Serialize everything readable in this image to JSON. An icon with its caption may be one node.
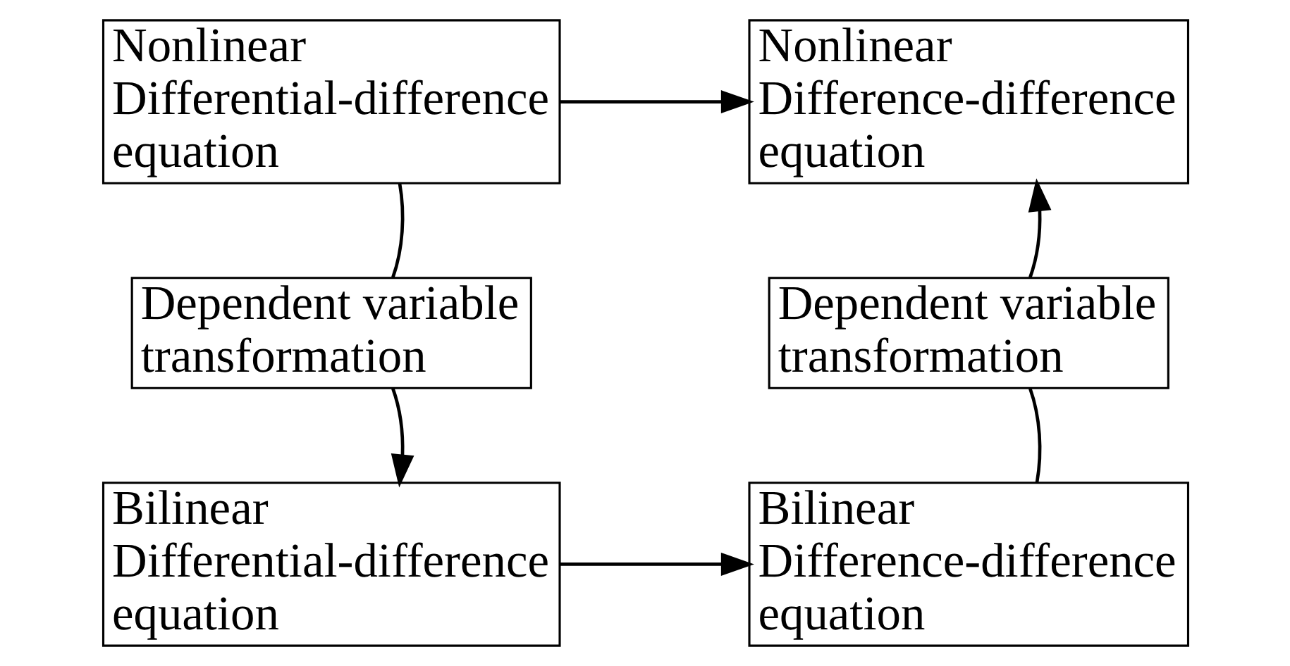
{
  "diagram": {
    "nodes": [
      {
        "text": [
          "Nonlinear Differential-difference equation"
        ]
      },
      {
        "text": [
          "Nonlinear Difference-difference equation"
        ]
      },
      {
        "text": [
          "Dependent variable transformation"
        ]
      },
      {
        "text": [
          "Dependent variable transformation"
        ]
      },
      {
        "text": [
          "Bilinear Differential-difference equation"
        ]
      },
      {
        "text": [
          "Bilinear Difference-difference equation"
        ]
      }
    ],
    "edges": [
      {
        "from": 0,
        "to": 1,
        "arrow": "to"
      },
      {
        "from": 0,
        "to": 2,
        "arrow": "none"
      },
      {
        "from": 2,
        "to": 4,
        "arrow": "to"
      },
      {
        "from": 4,
        "to": 5,
        "arrow": "to"
      },
      {
        "from": 5,
        "to": 3,
        "arrow": "none"
      },
      {
        "from": 3,
        "to": 1,
        "arrow": "to"
      }
    ]
  }
}
